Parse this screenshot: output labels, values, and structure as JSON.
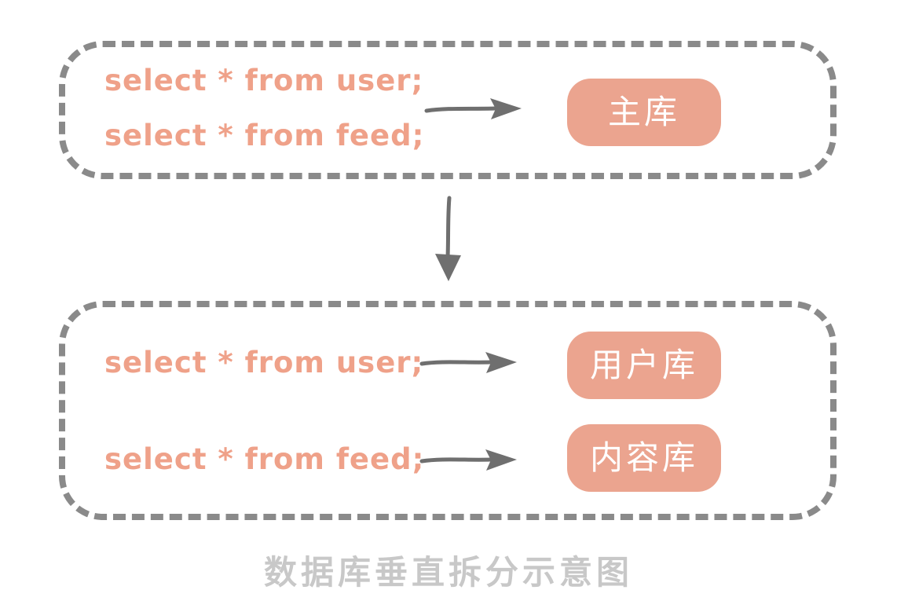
{
  "diagram": {
    "caption": "数据库垂直拆分示意图",
    "colors": {
      "node_fill": "#eba48f",
      "sql_text": "#efa189",
      "dashed_border": "#8a8a8a",
      "arrow": "#6f6f6f",
      "caption_text": "#c8c8c8",
      "node_label_text": "#ffffff",
      "background": "#ffffff"
    },
    "top_group": {
      "queries": [
        "select * from user;",
        "select * from feed;"
      ],
      "database": "主库"
    },
    "bottom_group": {
      "rows": [
        {
          "query": "select * from user;",
          "database": "用户库"
        },
        {
          "query": "select * from feed;",
          "database": "内容库"
        }
      ]
    }
  }
}
